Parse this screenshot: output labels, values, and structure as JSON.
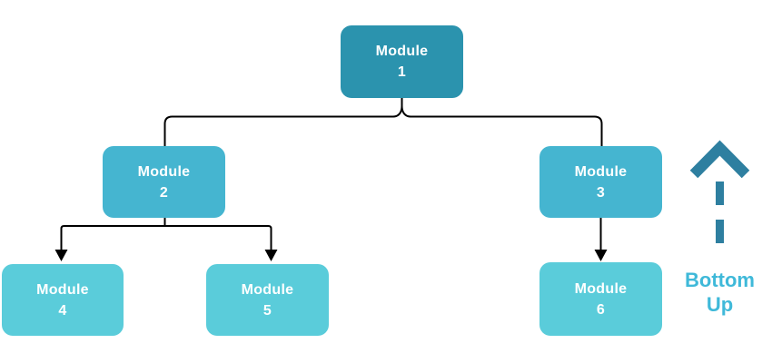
{
  "diagram": {
    "type": "tree",
    "nodes": {
      "module1": {
        "title": "Module",
        "number": "1",
        "level": 1
      },
      "module2": {
        "title": "Module",
        "number": "2",
        "level": 2
      },
      "module3": {
        "title": "Module",
        "number": "3",
        "level": 2
      },
      "module4": {
        "title": "Module",
        "number": "4",
        "level": 3
      },
      "module5": {
        "title": "Module",
        "number": "5",
        "level": 3
      },
      "module6": {
        "title": "Module",
        "number": "6",
        "level": 3
      }
    },
    "edges": [
      {
        "from": "module1",
        "to": "module2",
        "arrowhead": false
      },
      {
        "from": "module1",
        "to": "module3",
        "arrowhead": false
      },
      {
        "from": "module2",
        "to": "module4",
        "arrowhead": true
      },
      {
        "from": "module2",
        "to": "module5",
        "arrowhead": true
      },
      {
        "from": "module3",
        "to": "module6",
        "arrowhead": true
      }
    ],
    "annotation": {
      "line1": "Bottom",
      "line2": "Up",
      "arrow_direction": "up",
      "arrow_style": "dashed"
    },
    "colors": {
      "level1_fill": "#2B93AE",
      "level2_fill": "#45B5D0",
      "level3_fill": "#5ACCDA",
      "node_text": "#FFFFFF",
      "connector": "#000000",
      "bottom_up_arrow": "#2E7FA0",
      "bottom_up_text": "#3FB9D9",
      "background": "#FFFFFF"
    }
  }
}
